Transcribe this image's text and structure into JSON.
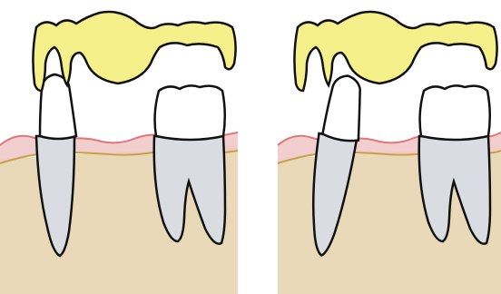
{
  "figure": {
    "panels": [
      {
        "id": "left",
        "bridge_state": "lifted"
      },
      {
        "id": "right",
        "bridge_state": "lifted"
      }
    ]
  },
  "colors": {
    "background": "#ffffff",
    "bone": "#ead9b8",
    "gum": "#f2c9c9",
    "gum_line": "#e0757a",
    "bone_line": "#c8a24a",
    "bridge": "#f6f08a",
    "tooth_crown": "#ffffff",
    "tooth_root": "#d9dde2",
    "outline": "#111111"
  },
  "icons": {
    "bridge": "dental-bridge-icon",
    "abutment": "prepared-tooth-icon",
    "molar": "molar-crown-icon"
  }
}
